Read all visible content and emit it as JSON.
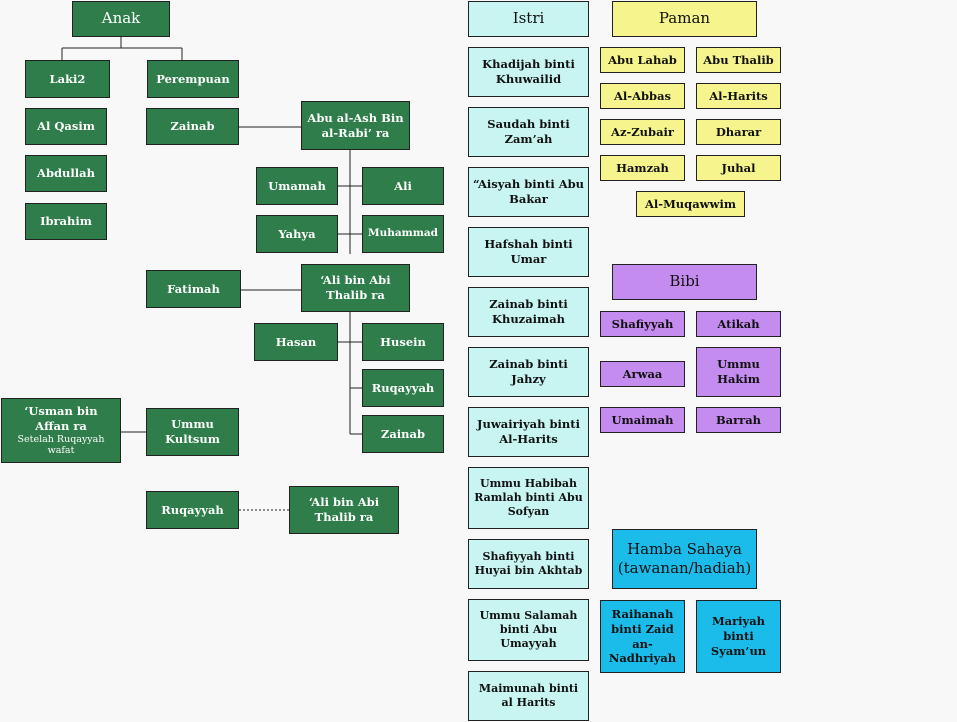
{
  "colors": {
    "green": "#2e7d4a",
    "cyan": "#c8f5f2",
    "yellow": "#f6f48c",
    "purple": "#c58cf0",
    "blue": "#1bbcea"
  },
  "anak": {
    "title": "Anak",
    "laki_label": "Laki2",
    "perempuan_label": "Perempuan",
    "sons": [
      "Al Qasim",
      "Abdullah",
      "Ibrahim"
    ],
    "zainab": "Zainab",
    "abu_al_ash": "Abu al-Ash Bin al-Rabi’ ra",
    "umamah": "Umamah",
    "ali": "Ali",
    "yahya": "Yahya",
    "muhammad": "Muhammad",
    "fatimah": "Fatimah",
    "ali_bin_abi_thalib_1": "‘Ali bin Abi Thalib ra",
    "hasan": "Hasan",
    "husein": "Husein",
    "ruqayyah_child": "Ruqayyah",
    "zainab_child": "Zainab",
    "usman": "‘Usman bin Affan ra",
    "usman_note": "Setelah Ruqayyah wafat",
    "ummu_kultsum": "Ummu Kultsum",
    "ruqayyah": "Ruqayyah",
    "ali_bin_abi_thalib_2": "‘Ali bin Abi Thalib ra"
  },
  "istri": {
    "title": "Istri",
    "items": [
      "Khadijah binti Khuwailid",
      "Saudah binti Zam’ah",
      "“Aisyah binti Abu Bakar",
      "Hafshah binti Umar",
      "Zainab binti Khuzaimah",
      "Zainab binti Jahzy",
      "Juwairiyah binti Al-Harits",
      "Ummu Habibah Ramlah binti Abu Sofyan",
      "Shafiyyah binti Huyai bin Akhtab",
      "Ummu Salamah binti Abu Umayyah",
      "Maimunah binti al Harits"
    ]
  },
  "paman": {
    "title": "Paman",
    "items": [
      "Abu Lahab",
      "Abu Thalib",
      "Al-Abbas",
      "Al-Harits",
      "Az-Zubair",
      "Dharar",
      "Hamzah",
      "Juhal",
      "Al-Muqawwim"
    ]
  },
  "bibi": {
    "title": "Bibi",
    "items": [
      "Shafiyyah",
      "Atikah",
      "Arwaa",
      "Ummu Hakim",
      "Umaimah",
      "Barrah"
    ]
  },
  "hamba": {
    "title": "Hamba Sahaya (tawanan/hadiah)",
    "items": [
      "Raihanah binti Zaid an-Nadhriyah",
      "Mariyah binti Syam’un"
    ]
  }
}
